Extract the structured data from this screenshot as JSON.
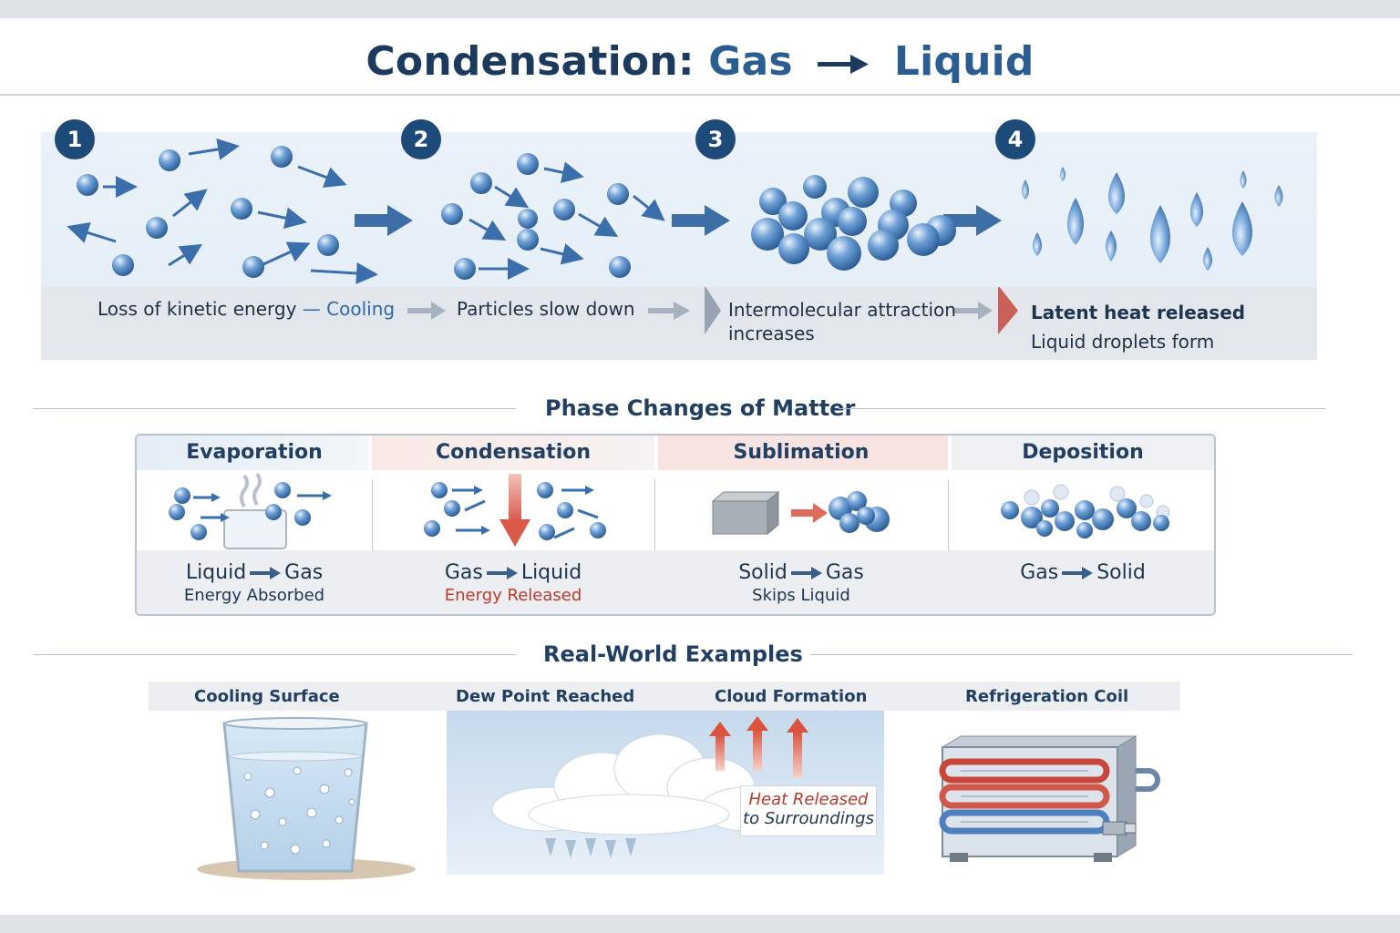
{
  "title": {
    "part_a": "Condensation:",
    "part_b": "Gas",
    "part_c": "Liquid"
  },
  "process": {
    "steps": [
      {
        "number": "1",
        "text": "Loss of kinetic energy",
        "dash": "—",
        "accent": "Cooling"
      },
      {
        "number": "2",
        "text": "Particles slow down"
      },
      {
        "number": "3",
        "line1": "Intermolecular attraction",
        "line2": "increases"
      },
      {
        "number": "4",
        "line1": "Latent heat released",
        "line2": "Liquid droplets form"
      }
    ]
  },
  "phase_section": {
    "title": "Phase Changes of Matter"
  },
  "phases": [
    {
      "name": "Evaporation",
      "from": "Liquid",
      "to": "Gas",
      "note": "Energy Absorbed"
    },
    {
      "name": "Condensation",
      "from": "Gas",
      "to": "Liquid",
      "note": "Energy Released"
    },
    {
      "name": "Sublimation",
      "from": "Solid",
      "to": "Gas",
      "note": "Skips Liquid"
    },
    {
      "name": "Deposition",
      "from": "Gas",
      "to": "Solid",
      "note": ""
    }
  ],
  "examples_section": {
    "title": "Real-World Examples"
  },
  "examples": [
    {
      "label": "Cooling Surface"
    },
    {
      "label": "Dew Point Reached"
    },
    {
      "label": "Cloud Formation"
    },
    {
      "label": "Refrigeration Coil"
    }
  ],
  "heat_callout": {
    "line1": "Heat Released",
    "line2": "to Surroundings"
  },
  "colors": {
    "navy": "#1e4a7a",
    "accent_blue": "#2d6aa8",
    "red": "#c0392b",
    "particle": "#5b8fcc"
  }
}
